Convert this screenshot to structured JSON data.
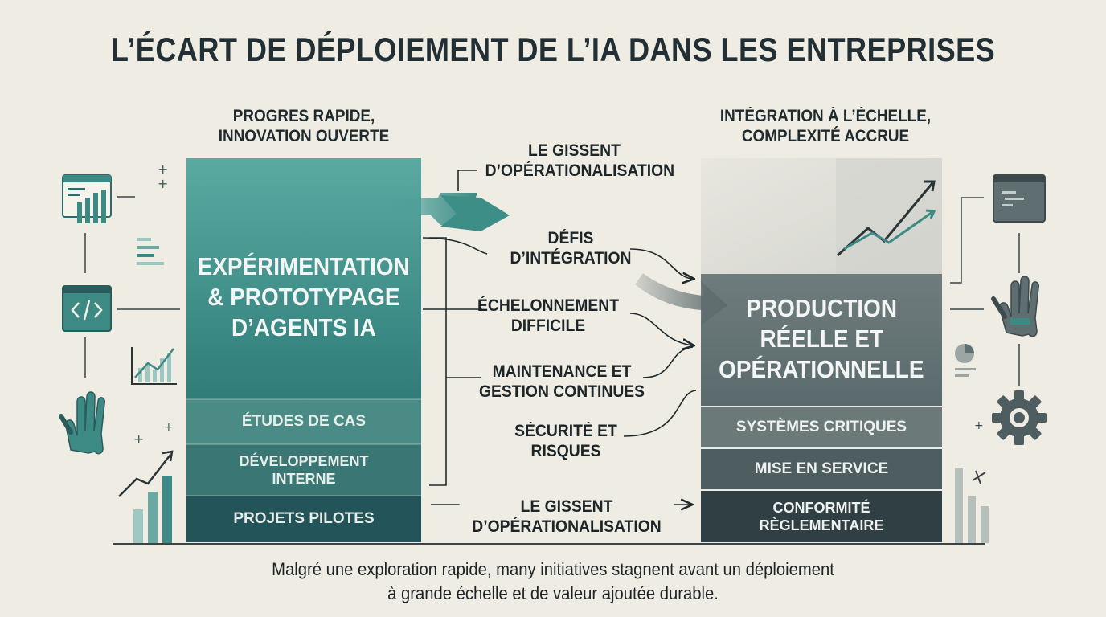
{
  "title": "L’ÉCART DE DÉPLOIEMENT DE L’IA DANS LES ENTREPRISES",
  "left": {
    "subheading_line1": "PROGRES RAPIDE,",
    "subheading_line2": "INNOVATION OUVERTE",
    "main_line1": "EXPÉRIMENTATION",
    "main_line2": "& PROTOTYPAGE",
    "main_line3": "D’AGENTS IA",
    "tiers": [
      "ÉTUDES DE CAS",
      "DÉVELOPPEMENT INTERNE",
      "PROJETS PILOTES"
    ],
    "tier2_line1": "DÉVELOPPEMENT",
    "tier2_line2": "INTERNE"
  },
  "middle": {
    "labels": [
      {
        "line1": "LE GISSENT",
        "line2": "D’OPÉRATIONALISATION"
      },
      {
        "line1": "DÉFIS",
        "line2": "D’INTÉGRATION"
      },
      {
        "line1": "ÉCHELONNEMENT",
        "line2": "DIFFICILE"
      },
      {
        "line1": "MAINTENANCE ET",
        "line2": "GESTION CONTINUES"
      },
      {
        "line1": "SÉCURITÉ ET",
        "line2": "RISQUES"
      },
      {
        "line1": "LE GISSENT",
        "line2": "D’OPÉRATIONALISATION"
      }
    ]
  },
  "right": {
    "subheading_line1": "INTÉGRATION À L’ÉCHELLE,",
    "subheading_line2": "COMPLEXITÉ ACCRUE",
    "main_line1": "PRODUCTION",
    "main_line2": "RÉELLE ET",
    "main_line3": "OPÉRATIONNELLE",
    "tier1": "SYSTÈMES CRITIQUES",
    "tier2": "MISE EN SERVICE",
    "tier3_line1": "CONFORMITÉ",
    "tier3_line2": "RÈGLEMENTAIRE"
  },
  "caption_line1": "Malgré une exploration rapide, many initiatives stagnent avant un déploiement",
  "caption_line2": "à grande échelle et de valeur ajoutée durable.",
  "colors": {
    "background": "#efece3",
    "teal_light": "#4f9e97",
    "teal_dark": "#2b6a6a",
    "slate": "#5f6e70",
    "slate_dark": "#2f4045"
  },
  "icons_left": [
    "dashboard-chart-icon",
    "code-window-icon",
    "line-chart-icon",
    "robot-hand-icon",
    "growth-chart-icon"
  ],
  "icons_right": [
    "terminal-window-icon",
    "robot-hand-icon",
    "pie-chart-icon",
    "gear-icon",
    "bar-chart-icon"
  ]
}
